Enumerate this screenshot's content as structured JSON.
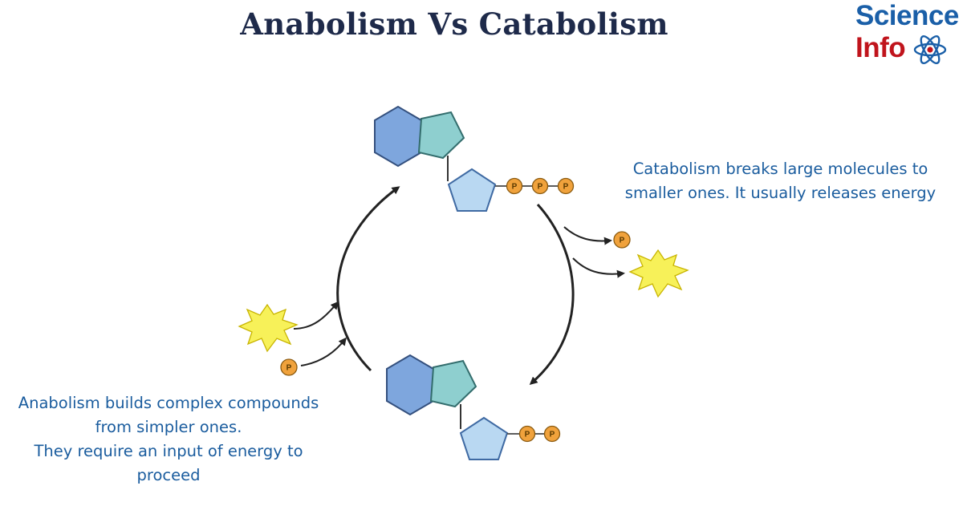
{
  "header": {
    "title": "Anabolism Vs Catabolism"
  },
  "logo": {
    "line1": "Science",
    "line2": "Info",
    "icon": "atom-icon"
  },
  "captions": {
    "catabolism": [
      "Catabolism breaks large molecules to",
      "smaller ones.  It usually releases energy"
    ],
    "anabolism": [
      "Anabolism builds complex compounds",
      "from simpler ones.",
      "They require an input of energy to",
      "proceed"
    ]
  },
  "labels": {
    "phosphate": "P"
  },
  "colors": {
    "title": "#1e2a4a",
    "caption": "#1a5c9e",
    "hexagon": "#7ea6dd",
    "pentagon_teal": "#8ecfcf",
    "pentagon_light": "#b9d8f2",
    "phosphate": "#f0a23c",
    "energy_star": "#f7f159",
    "arrow": "#222222",
    "logo_blue": "#1a5fa8",
    "logo_red": "#c0141c"
  }
}
